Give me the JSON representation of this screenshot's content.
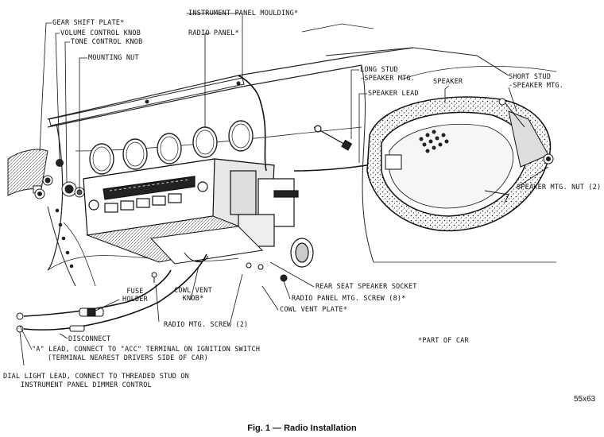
{
  "labels": {
    "gear_shift_plate": "GEAR SHIFT PLATE*",
    "volume_knob": "VOLUME CONTROL KNOB",
    "tone_knob": "TONE CONTROL KNOB",
    "mounting_nut": "MOUNTING NUT",
    "instrument_panel_moulding": "INSTRUMENT PANEL MOULDING*",
    "radio_panel": "RADIO PANEL*",
    "long_stud": "LONG STUD",
    "long_stud_2": "-SPEAKER MTG.",
    "speaker": "SPEAKER",
    "short_stud": "SHORT STUD",
    "short_stud_2": "-SPEAKER MTG.",
    "speaker_lead": "SPEAKER LEAD",
    "speaker_mtg_nut": "SPEAKER MTG. NUT (2)",
    "rear_seat_socket": "REAR SEAT SPEAKER SOCKET",
    "radio_panel_screw": "RADIO PANEL MTG. SCREW (8)*",
    "cowl_vent_plate": "COWL VENT PLATE*",
    "cowl_vent_knob": "COWL VENT",
    "cowl_vent_knob_2": "KNOB*",
    "fuse_holder": "FUSE",
    "fuse_holder_2": "HOLDER",
    "radio_mtg_screw": "RADIO MTG. SCREW (2)",
    "disconnect": "DISCONNECT",
    "part_of_car": "*PART OF CAR",
    "a_lead": "\"A\" LEAD, CONNECT TO \"ACC\" TERMINAL ON IGNITION SWITCH",
    "a_lead_2": "(TERMINAL NEAREST DRIVERS SIDE OF CAR)",
    "dial_light": "DIAL LIGHT LEAD, CONNECT TO THREADED STUD ON",
    "dial_light_2": "INSTRUMENT PANEL DIMMER CONTROL"
  },
  "figure_number": "55x63",
  "caption": "Fig. 1 — Radio Installation"
}
